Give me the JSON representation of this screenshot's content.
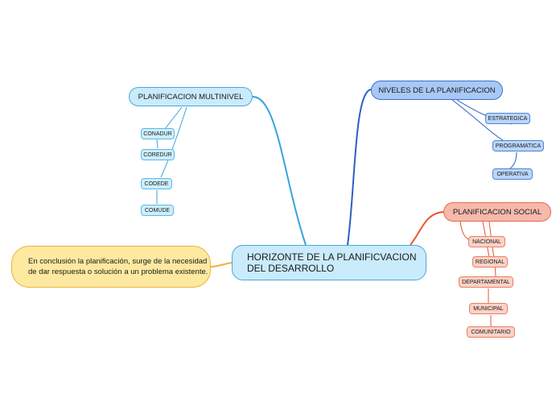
{
  "central": {
    "title": "HORIZONTE DE LA PLANIFICVACION DEL DESARROLLO"
  },
  "branches": {
    "multinivel": {
      "label": "PLANIFICACION MULTINIVEL",
      "children": [
        "CONADUR",
        "COREDUR",
        "CODEDE",
        "COMUDE"
      ]
    },
    "niveles": {
      "label": "NIVELES DE LA PLANIFICACION",
      "children": [
        "ESTRATEGICA",
        "PROGRAMATICA",
        "OPERATIVA"
      ]
    },
    "social": {
      "label": "PLANIFICACION SOCIAL",
      "children": [
        "NACIONAL",
        "REGIONAL",
        "DEPARTAMENTAL",
        "MUNICIPAL",
        "COMUNITARIO"
      ]
    }
  },
  "conclusion": {
    "text": "En conclusión la planificación, surge de la necesidad de dar respuesta o solución a un problema existente."
  },
  "colors": {
    "blue": "#36a3e0",
    "navy": "#2c5fc8",
    "red": "#e8552f",
    "yellow": "#ecb23a"
  }
}
